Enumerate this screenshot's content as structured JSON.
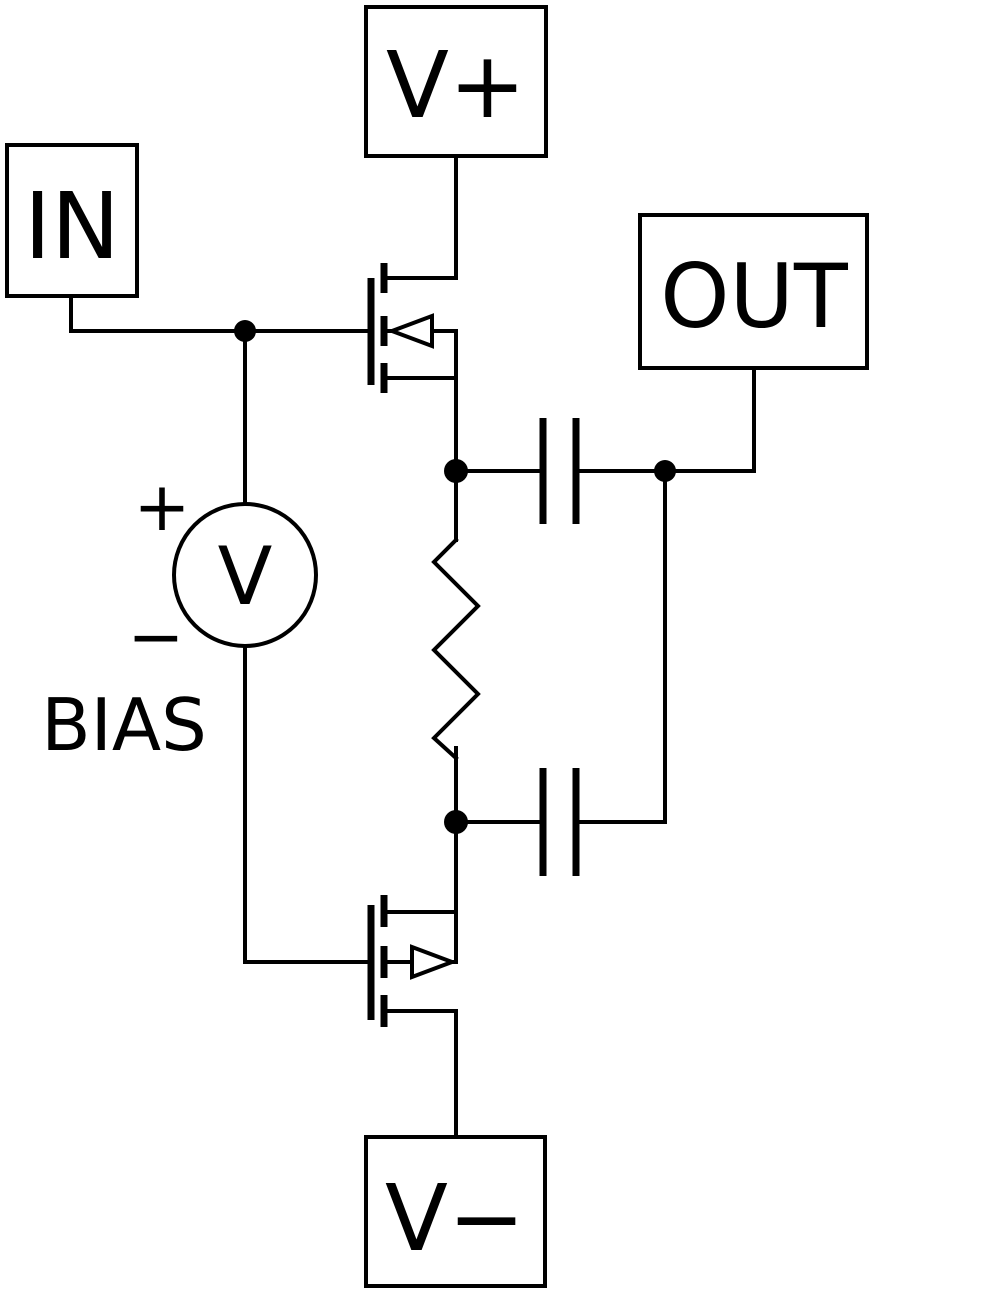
{
  "terminals": {
    "vplus": "V+",
    "vminus": "V−",
    "input": "IN",
    "output": "OUT"
  },
  "bias_source": {
    "symbol": "V",
    "plus": "+",
    "minus": "−",
    "label": "BIAS"
  },
  "colors": {
    "ink": "#000000",
    "paper": "#ffffff"
  }
}
